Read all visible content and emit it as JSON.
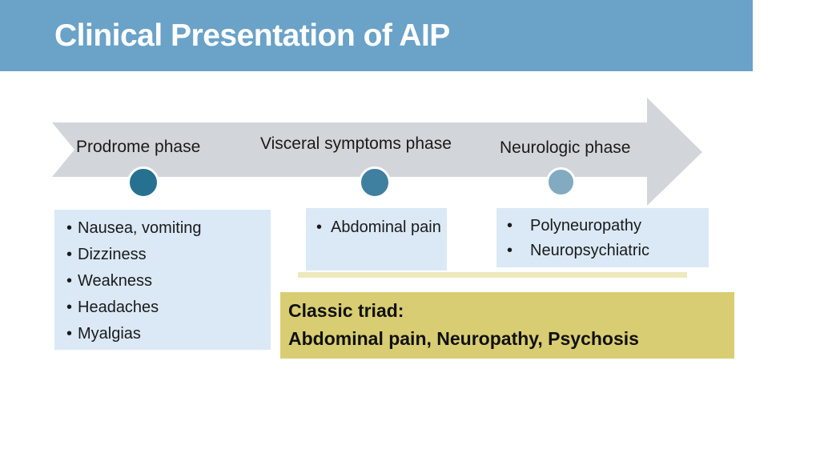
{
  "slide": {
    "title": "Clinical Presentation of AIP"
  },
  "colors": {
    "header": "#6AA2C8",
    "title_text": "#FFFFFF",
    "arrow": "#D2D5DA",
    "box_blue": "#DBE9F6",
    "box_yellow": "#D8CD72",
    "dot_prodrome": "#26718F",
    "dot_visceral": "#3F7FA0",
    "dot_neurologic": "#82ABC1",
    "body_text": "#1A1A1A"
  },
  "timeline": {
    "phases": [
      {
        "label": "Prodrome phase",
        "items": [
          "Nausea, vomiting",
          "Dizziness",
          "Weakness",
          "Headaches",
          "Myalgias"
        ]
      },
      {
        "label": "Visceral symptoms phase",
        "items": [
          "Abdominal pain"
        ]
      },
      {
        "label": "Neurologic phase",
        "items": [
          "Polyneuropathy",
          "Neuropsychiatric"
        ]
      }
    ]
  },
  "callout": {
    "heading": "Classic triad:",
    "text": "Abdominal pain, Neuropathy, Psychosis"
  }
}
